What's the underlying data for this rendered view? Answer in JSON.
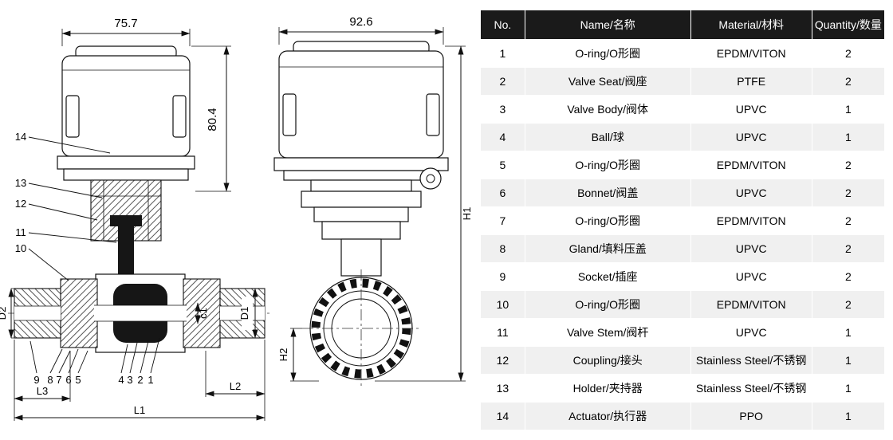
{
  "colors": {
    "table_header_bg": "#1a1a1a",
    "table_header_text": "#ffffff",
    "table_row_alt_bg": "#f0f0f0",
    "line_color": "#111111",
    "fill_dark_parts": "#161616"
  },
  "drawing": {
    "front_view": {
      "width_label": "75.7",
      "height_label": "80.4",
      "d2": "D2",
      "d1": "D1",
      "c1": "c1",
      "l1": "L1",
      "l2": "L2",
      "l3": "L3",
      "callouts_left": [
        "14",
        "13",
        "12",
        "11",
        "10"
      ],
      "callouts_bottom": [
        "9",
        "8",
        "7",
        "6",
        "5",
        "4",
        "3",
        "2",
        "1"
      ]
    },
    "side_view": {
      "width_label": "92.6",
      "h1": "H1",
      "h2": "H2"
    }
  },
  "table": {
    "headers": [
      "No.",
      "Name/名称",
      "Material/材料",
      "Quantity/数量"
    ],
    "rows": [
      {
        "no": "1",
        "name": "O-ring/O形圈",
        "material": "EPDM/VITON",
        "qty": "2"
      },
      {
        "no": "2",
        "name": "Valve Seat/阀座",
        "material": "PTFE",
        "qty": "2"
      },
      {
        "no": "3",
        "name": "Valve Body/阀体",
        "material": "UPVC",
        "qty": "1"
      },
      {
        "no": "4",
        "name": "Ball/球",
        "material": "UPVC",
        "qty": "1"
      },
      {
        "no": "5",
        "name": "O-ring/O形圈",
        "material": "EPDM/VITON",
        "qty": "2"
      },
      {
        "no": "6",
        "name": "Bonnet/阀盖",
        "material": "UPVC",
        "qty": "2"
      },
      {
        "no": "7",
        "name": "O-ring/O形圈",
        "material": "EPDM/VITON",
        "qty": "2"
      },
      {
        "no": "8",
        "name": "Gland/填料压盖",
        "material": "UPVC",
        "qty": "2"
      },
      {
        "no": "9",
        "name": "Socket/插座",
        "material": "UPVC",
        "qty": "2"
      },
      {
        "no": "10",
        "name": "O-ring/O形圈",
        "material": "EPDM/VITON",
        "qty": "2"
      },
      {
        "no": "11",
        "name": "Valve Stem/阀杆",
        "material": "UPVC",
        "qty": "1"
      },
      {
        "no": "12",
        "name": "Coupling/接头",
        "material": "Stainless Steel/不锈钢",
        "qty": "1"
      },
      {
        "no": "13",
        "name": "Holder/夹持器",
        "material": "Stainless Steel/不锈钢",
        "qty": "1"
      },
      {
        "no": "14",
        "name": "Actuator/执行器",
        "material": "PPO",
        "qty": "1"
      }
    ]
  }
}
